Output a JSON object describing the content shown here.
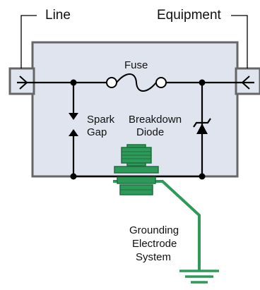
{
  "labels": {
    "line": "Line",
    "equipment": "Equipment",
    "fuse": "Fuse",
    "spark_gap_line1": "Spark",
    "spark_gap_line2": "Gap",
    "breakdown_diode_line1": "Breakdown",
    "breakdown_diode_line2": "Diode",
    "grounding_line1": "Grounding",
    "grounding_line2": "Electrode",
    "grounding_line3": "System"
  },
  "colors": {
    "enclosure_fill": "#dfe4ef",
    "enclosure_stroke": "#666666",
    "wire": "#000000",
    "ground": "#2e9a5a",
    "ground_dark": "#1f6e40"
  },
  "icons": [
    "fuse-icon",
    "spark-gap-icon",
    "zener-diode-icon",
    "ground-bolt-icon",
    "ground-symbol-icon"
  ]
}
